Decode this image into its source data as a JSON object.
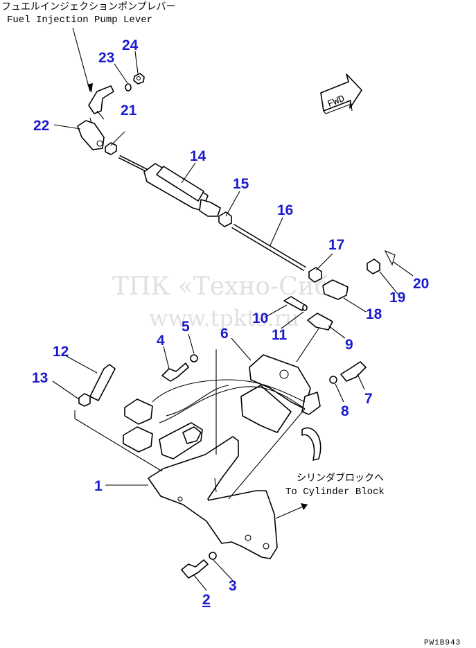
{
  "title_jp": "フュエルインジェクションポンプレバー",
  "title_en": "Fuel Injection Pump Lever",
  "fwd_label": "FWD",
  "cylinder_jp": "シリンダブロックへ",
  "cylinder_en": "To Cylinder Block",
  "watermark_main": "ТПК «Техно-Сиб»",
  "watermark_url": "www.tpkts.ru",
  "drawing_code": "PW1B943",
  "accent_color": "#1a1ad0",
  "callouts": {
    "c1": "1",
    "c2": "2",
    "c3": "3",
    "c4": "4",
    "c5": "5",
    "c6": "6",
    "c7": "7",
    "c8": "8",
    "c9": "9",
    "c10": "10",
    "c11": "11",
    "c12": "12",
    "c13": "13",
    "c14": "14",
    "c15": "15",
    "c16": "16",
    "c17": "17",
    "c18": "18",
    "c19": "19",
    "c20": "20",
    "c21": "21",
    "c22": "22",
    "c23": "23",
    "c24": "24"
  }
}
